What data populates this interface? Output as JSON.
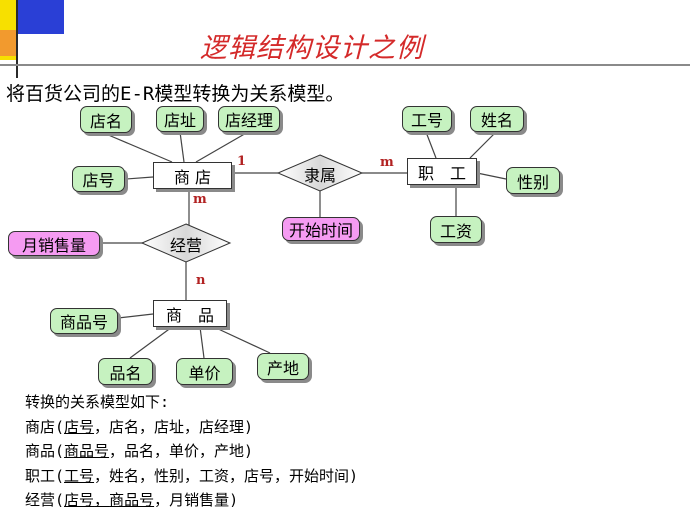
{
  "title": "逻辑结构设计之例",
  "subtitle": "将百货公司的E-R模型转换为关系模型。",
  "entities": {
    "store": "商 店",
    "employee": "职　工",
    "goods": "商　品"
  },
  "relationships": {
    "belongs": "隶属",
    "operates": "经营"
  },
  "attributes": {
    "store_name": "店名",
    "store_addr": "店址",
    "store_manager": "店经理",
    "store_no": "店号",
    "emp_no": "工号",
    "emp_name": "姓名",
    "gender": "性别",
    "salary": "工资",
    "start_time": "开始时间",
    "monthly_sales": "月销售量",
    "goods_no": "商品号",
    "product_name": "品名",
    "unit_price": "单价",
    "origin": "产地"
  },
  "cardinality": {
    "store_belongs": "1",
    "employee_belongs": "m",
    "store_operates": "m",
    "goods_operates": "n"
  },
  "relational_model": {
    "intro": "转换的关系模型如下:",
    "store": {
      "prefix": "商店(",
      "key": "店号",
      "rest": "，店名，店址，店经理)"
    },
    "goods": {
      "prefix": "商品(",
      "key": "商品号",
      "rest": "，品名，单价，产地)"
    },
    "employee": {
      "prefix": "职工(",
      "key": "工号",
      "rest": "，姓名，性别，工资，店号，开始时间)"
    },
    "operates": {
      "prefix": "经营(",
      "key1": "店号",
      "sep": "，",
      "key2": "商品号",
      "rest": "，月销售量)"
    }
  },
  "colors": {
    "title": "#d42a2a",
    "attribute_fill": "#c6f2c0",
    "relationship_attribute_fill": "#f59bf2",
    "cardinality": "#b22222",
    "deco_yellow": "#f7e000",
    "deco_blue": "#2a3fd6",
    "deco_orange": "#f29a2e"
  }
}
